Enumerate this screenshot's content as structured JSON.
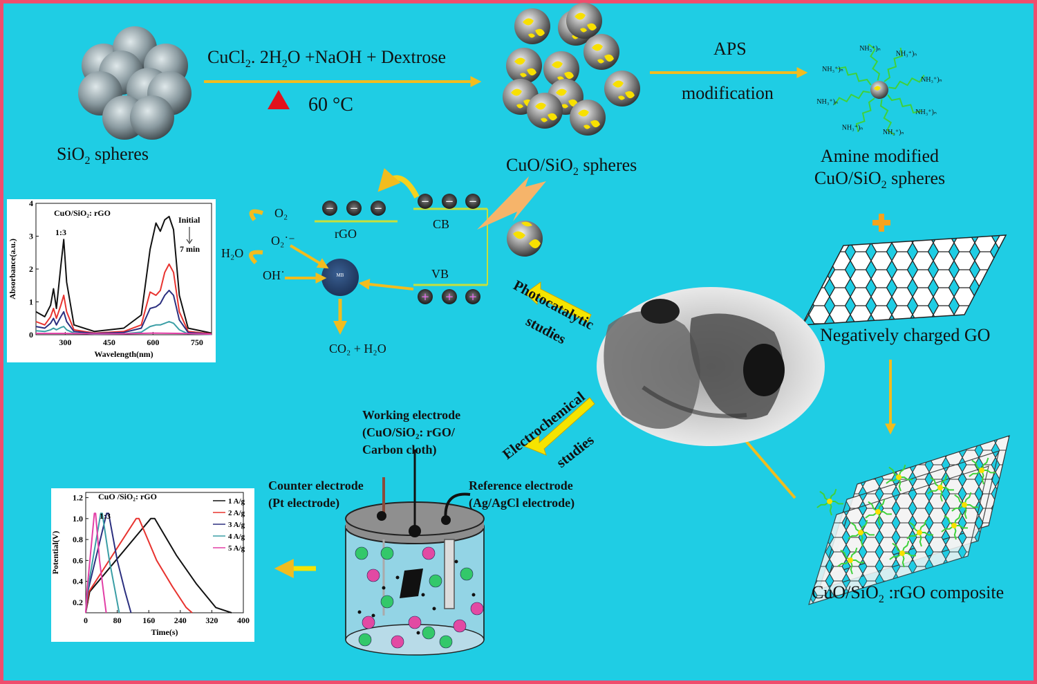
{
  "colors": {
    "frame": "#ef4d6d",
    "background": "#1fcde4",
    "arrow": "#f2bc1e",
    "yellow_arrow": "#f5e400",
    "triangle": "#e2111b"
  },
  "synthesis": {
    "sio2_label_pre": "SiO",
    "sio2_label_sub": "2",
    "sio2_label_post": " spheres",
    "reagents_a": "CuCl",
    "reagents_a_sub": "2",
    "reagents_b": ". 2H",
    "reagents_b_sub": "2",
    "reagents_c": "O +NaOH + Dextrose",
    "temperature": "60 °C",
    "cuo_label_pre": "CuO/SiO",
    "cuo_label_sub": "2",
    "cuo_label_post": " spheres",
    "aps": "APS",
    "modification": "modification",
    "amine_line1": "Amine modified",
    "amine_line2_pre": "CuO/SiO",
    "amine_line2_sub": "2",
    "amine_line2_post": " spheres",
    "amine_groups": [
      "NH₃⁺)ₙ",
      "NH₃⁺)ₙ",
      "NH₃⁺)ₙ",
      "NH₃⁺)ₙ",
      "NH₃⁺)ₙ",
      "NH₃⁺)ₙ",
      "NH₃⁺)ₙ",
      "NH₃⁺)ₙ"
    ],
    "plus": "+",
    "go_label": "Negatively charged GO",
    "composite_pre": "CuO/SiO",
    "composite_sub": "2",
    "composite_post": " :rGO composite"
  },
  "mechanism": {
    "o2": "O₂",
    "o2_radical": "O₂˙⁻",
    "h2o": "H₂O",
    "oh": "OH˙",
    "rgo": "rGO",
    "cb": "CB",
    "vb": "VB",
    "mb": "MB",
    "products": "CO₂ + H₂O",
    "electron": "−",
    "hole": "+"
  },
  "studies": {
    "photo_1": "Photocatalytic",
    "photo_2": "studies",
    "electro_1": "Electrochemical",
    "electro_2": "studies"
  },
  "cell": {
    "working_1": "Working electrode",
    "working_2": "(CuO/SiO₂: rGO/",
    "working_3": "Carbon cloth)",
    "counter_1": "Counter electrode",
    "counter_2": "(Pt electrode)",
    "reference_1": "Reference electrode",
    "reference_2": "(Ag/AgCl electrode)"
  },
  "chart_data": [
    {
      "type": "line",
      "title": "CuO/SiO₂: rGO",
      "ratio": "1:3",
      "xlabel": "Wavelength(nm)",
      "ylabel": "Absorbance(a.u.)",
      "xlim": [
        200,
        800
      ],
      "ylim": [
        0,
        4
      ],
      "xticks": [
        300,
        450,
        600,
        750
      ],
      "yticks": [
        0,
        1,
        2,
        3,
        4
      ],
      "annotation_initial": "Initial",
      "annotation_time": "7 min",
      "series": [
        {
          "color": "#111111",
          "x": [
            200,
            230,
            250,
            260,
            270,
            285,
            295,
            305,
            330,
            400,
            500,
            560,
            590,
            610,
            625,
            640,
            655,
            670,
            690,
            720,
            800
          ],
          "y": [
            0.7,
            0.55,
            0.9,
            1.4,
            0.8,
            2.1,
            2.9,
            1.6,
            0.3,
            0.1,
            0.2,
            0.6,
            2.6,
            3.4,
            3.15,
            3.5,
            3.6,
            3.2,
            1.2,
            0.2,
            0.05
          ]
        },
        {
          "color": "#e8332f",
          "x": [
            200,
            230,
            250,
            260,
            270,
            285,
            295,
            305,
            330,
            400,
            500,
            560,
            590,
            610,
            625,
            640,
            655,
            670,
            690,
            720,
            800
          ],
          "y": [
            0.4,
            0.3,
            0.55,
            0.8,
            0.5,
            0.9,
            1.2,
            0.7,
            0.15,
            0.05,
            0.1,
            0.3,
            1.3,
            1.2,
            1.35,
            1.9,
            2.15,
            1.9,
            0.7,
            0.1,
            0.03
          ]
        },
        {
          "color": "#2b2f7f",
          "x": [
            200,
            230,
            250,
            260,
            270,
            285,
            295,
            305,
            330,
            400,
            500,
            560,
            590,
            610,
            625,
            640,
            655,
            670,
            690,
            720,
            800
          ],
          "y": [
            0.25,
            0.2,
            0.35,
            0.5,
            0.3,
            0.55,
            0.7,
            0.4,
            0.1,
            0.04,
            0.07,
            0.2,
            0.8,
            0.85,
            0.95,
            1.2,
            1.35,
            1.2,
            0.45,
            0.07,
            0.02
          ]
        },
        {
          "color": "#3a9ea5",
          "x": [
            200,
            230,
            250,
            260,
            270,
            285,
            295,
            305,
            330,
            400,
            500,
            560,
            590,
            610,
            625,
            640,
            655,
            670,
            690,
            720,
            800
          ],
          "y": [
            0.12,
            0.1,
            0.15,
            0.2,
            0.15,
            0.22,
            0.25,
            0.15,
            0.05,
            0.02,
            0.03,
            0.08,
            0.25,
            0.3,
            0.3,
            0.35,
            0.4,
            0.35,
            0.15,
            0.03,
            0.01
          ]
        },
        {
          "color": "#e23ea6",
          "x": [
            200,
            300,
            400,
            500,
            600,
            700,
            800
          ],
          "y": [
            0.04,
            0.04,
            0.03,
            0.03,
            0.05,
            0.04,
            0.02
          ]
        }
      ]
    },
    {
      "type": "line",
      "title": "CuO /SiO₂: rGO",
      "ratio": "1:3",
      "xlabel": "Time(s)",
      "ylabel": "Potential(V)",
      "xlim": [
        0,
        400
      ],
      "ylim": [
        0.1,
        1.25
      ],
      "xticks": [
        0,
        80,
        160,
        240,
        320,
        400
      ],
      "yticks": [
        0.2,
        0.4,
        0.6,
        0.8,
        1.0,
        1.2
      ],
      "series": [
        {
          "name": "1 A/g",
          "color": "#111111",
          "x": [
            0,
            10,
            165,
            175,
            230,
            280,
            330,
            370
          ],
          "y": [
            0.1,
            0.3,
            1.0,
            1.0,
            0.65,
            0.38,
            0.15,
            0.1
          ]
        },
        {
          "name": "2 A/g",
          "color": "#e8332f",
          "x": [
            0,
            8,
            128,
            135,
            180,
            220,
            255,
            270
          ],
          "y": [
            0.1,
            0.3,
            1.0,
            1.0,
            0.6,
            0.35,
            0.15,
            0.1
          ]
        },
        {
          "name": "3 A/g",
          "color": "#2b2f7f",
          "x": [
            0,
            5,
            53,
            58,
            80,
            100,
            115
          ],
          "y": [
            0.1,
            0.3,
            1.05,
            1.05,
            0.6,
            0.3,
            0.1
          ]
        },
        {
          "name": "4 A/g",
          "color": "#3a9ea5",
          "x": [
            0,
            4,
            38,
            42,
            60,
            75,
            85
          ],
          "y": [
            0.1,
            0.3,
            1.05,
            1.05,
            0.6,
            0.3,
            0.1
          ]
        },
        {
          "name": "5 A/g",
          "color": "#e23ea6",
          "x": [
            0,
            3,
            22,
            25,
            35,
            45,
            52
          ],
          "y": [
            0.1,
            0.3,
            1.05,
            1.05,
            0.6,
            0.3,
            0.1
          ]
        }
      ]
    }
  ]
}
